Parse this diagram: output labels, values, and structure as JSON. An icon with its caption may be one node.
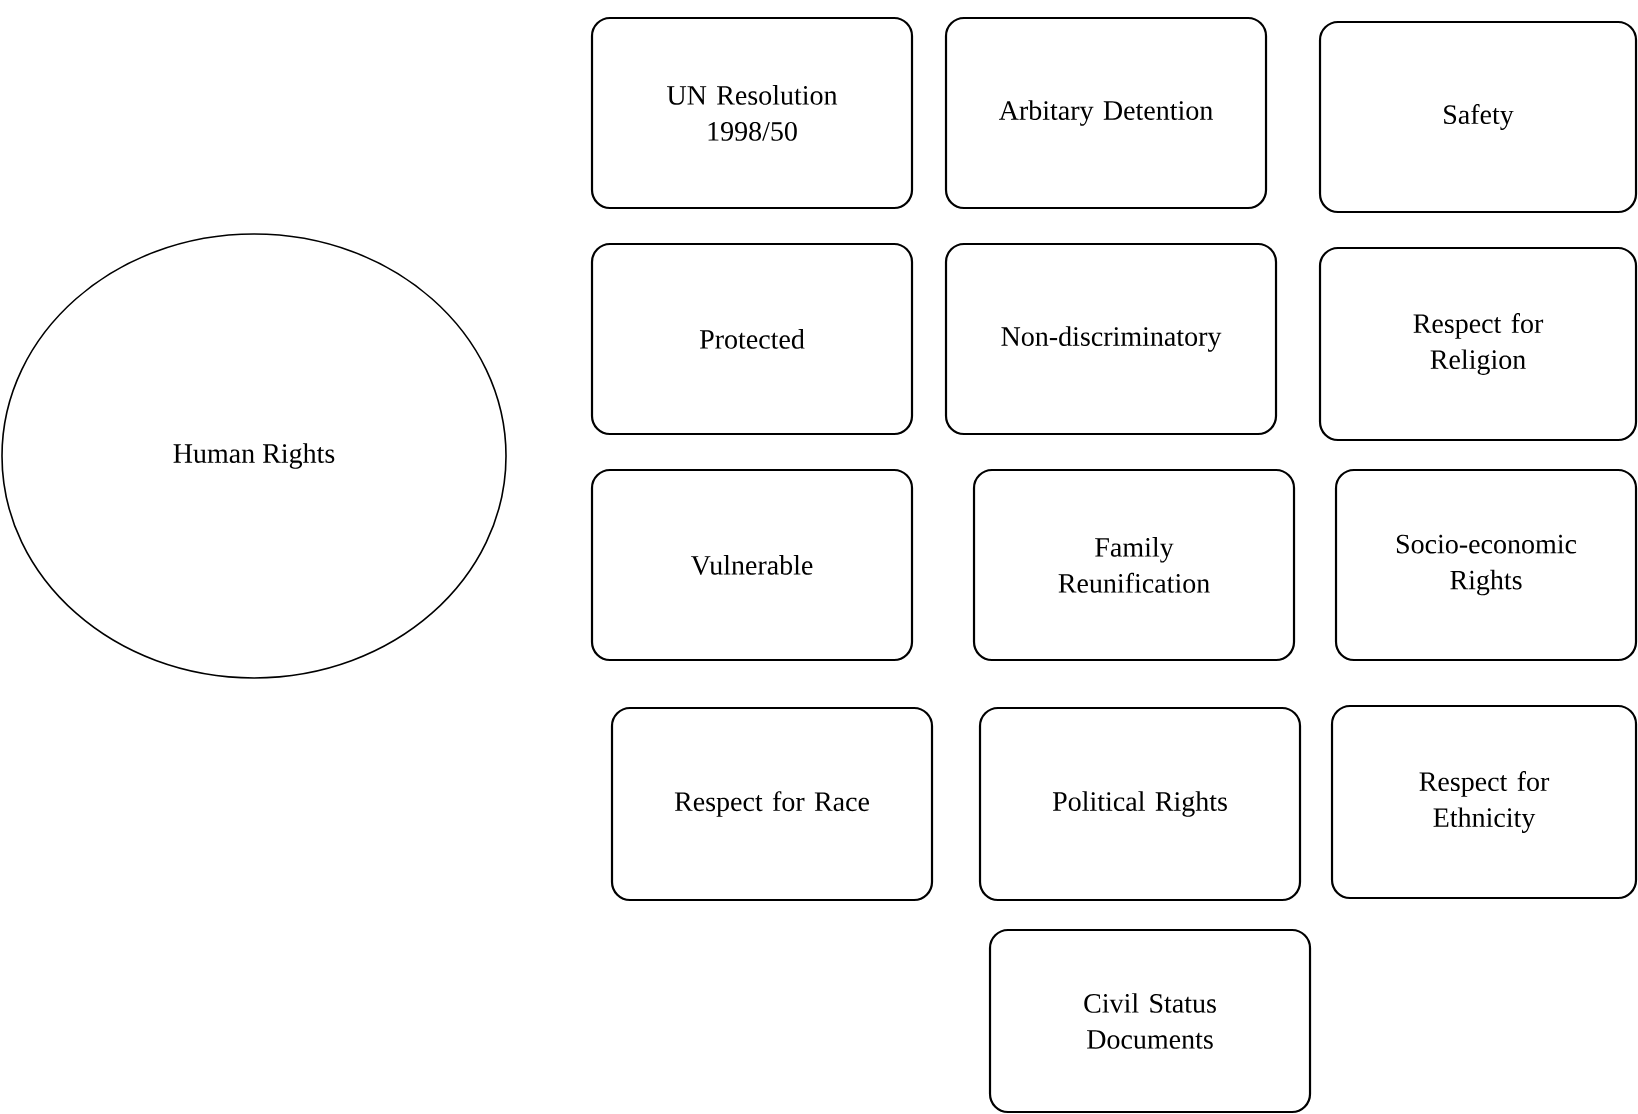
{
  "diagram": {
    "nodes": [
      {
        "text": [
          "Human Rights"
        ]
      },
      {
        "text": [
          "UN Resolution 1998/50"
        ]
      },
      {
        "text": [
          "Arbitary Detention"
        ]
      },
      {
        "text": [
          "Safety"
        ]
      },
      {
        "text": [
          "Protected"
        ]
      },
      {
        "text": [
          "Non-discriminatory"
        ]
      },
      {
        "text": [
          "Respect for Religion"
        ]
      },
      {
        "text": [
          "Vulnerable"
        ]
      },
      {
        "text": [
          "Family Reunification"
        ]
      },
      {
        "text": [
          "Socio-economic Rights"
        ]
      },
      {
        "text": [
          "Respect for Race"
        ]
      },
      {
        "text": [
          "Political Rights"
        ]
      },
      {
        "text": [
          "Respect for Ethnicity"
        ]
      },
      {
        "text": [
          "Civil Status Documents"
        ]
      }
    ]
  }
}
